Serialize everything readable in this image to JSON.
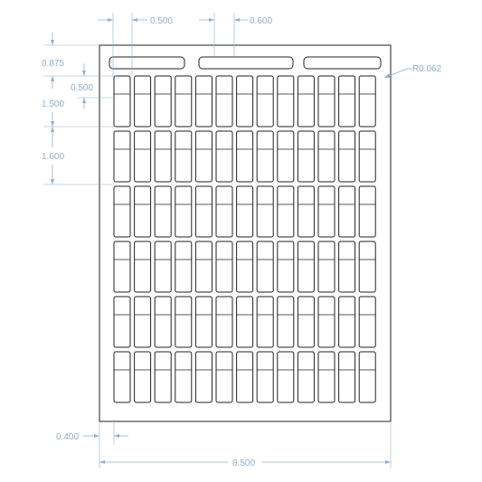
{
  "drawing": {
    "title": "",
    "dimensions": {
      "label_width": "0.500",
      "gap": "0.600",
      "top_margin": "0.875",
      "label_top": "0.500",
      "row1_height": "1.500",
      "row_pitch": "1.600",
      "side_margin": "0.400",
      "sheet_width": "8.500",
      "corner_radius": "R0.062"
    },
    "layout": {
      "columns": 13,
      "rows": 6,
      "slots": 3
    },
    "colors": {
      "outline": "#222222",
      "dimension": "#8fb0cc",
      "hatch": "#9ab4cc"
    }
  }
}
